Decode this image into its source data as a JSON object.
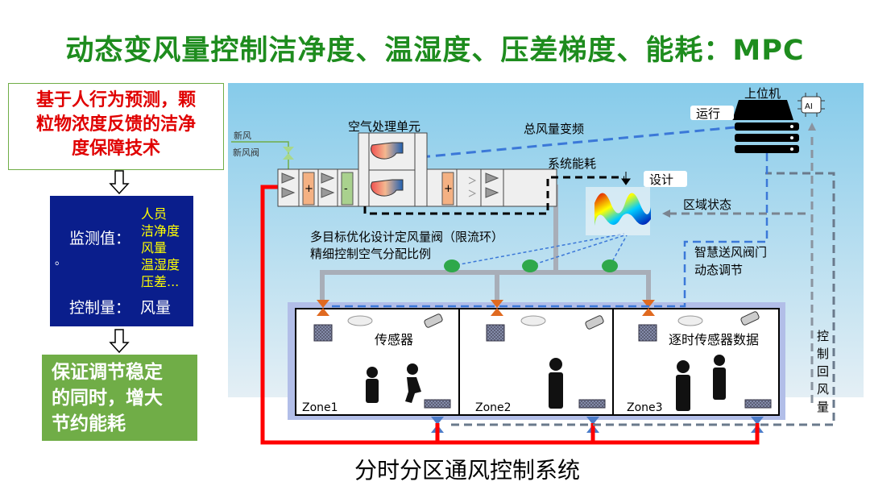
{
  "title": "动态变风量控制洁净度、温湿度、压差梯度、能耗：MPC",
  "left": {
    "box1_lines": [
      "基于人行为预测，颗",
      "粒物浓度反馈的洁净",
      "度保障技术"
    ],
    "monitor_label": "监测值：",
    "monitor_items": [
      "人员",
      "洁净度",
      "风量",
      "温湿度",
      "压差..."
    ],
    "dot": "。",
    "control_label": "控制量：",
    "control_value": "风量",
    "box3_lines": [
      "保证调节稳定",
      "的同时，增大",
      "节约能耗"
    ]
  },
  "diagram": {
    "fresh_air": "新风",
    "fresh_air_valve": "新风阀",
    "ahu": "空气处理单元",
    "total_air_vfd": "总风量变频",
    "system_energy": "系统能耗",
    "design": "设计",
    "host": "上位机",
    "run": "运行",
    "ai": "AI",
    "zone_state": "区域状态",
    "valve_text": [
      "多目标优化设计定风量阀（限流环）",
      "精细控制空气分配比例"
    ],
    "smart_valve": [
      "智慧送风阀门",
      "动态调节"
    ],
    "sensor": "传感器",
    "sensor_data": "逐时传感器数据",
    "return_air": [
      "控",
      "制",
      "回",
      "风",
      "量"
    ],
    "zones": [
      "Zone1",
      "Zone2",
      "Zone3"
    ]
  },
  "caption": "分时分区通风控制系统",
  "colors": {
    "title": "#1E8C1E",
    "box_blue": "#0A1E8C",
    "box_green": "#70AD47",
    "pipe_red": "#FF0000",
    "dash_blue": "#3B78D8"
  }
}
